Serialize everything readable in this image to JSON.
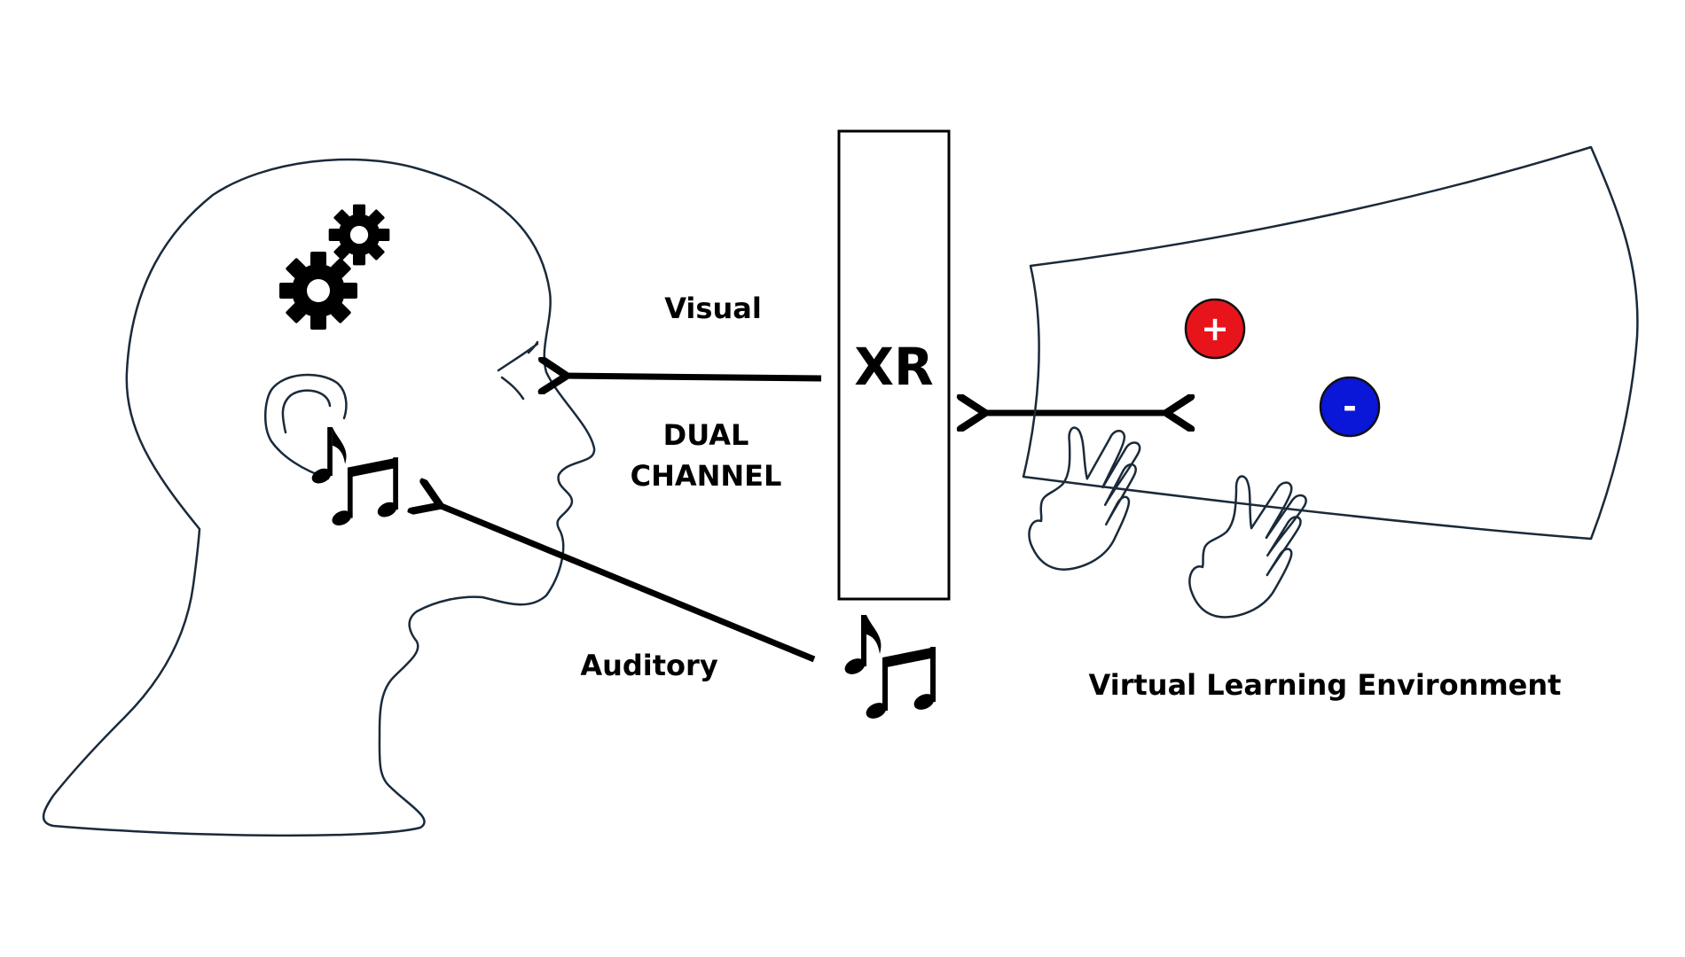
{
  "labels": {
    "visual": "Visual",
    "dual_line1": "DUAL",
    "dual_line2": "CHANNEL",
    "auditory": "Auditory",
    "xr": "XR",
    "environment": "Virtual Learning Environment"
  },
  "charges": {
    "positive": {
      "symbol": "+",
      "color": "#e8141b"
    },
    "negative": {
      "symbol": "-",
      "color": "#0a16d8"
    }
  },
  "colors": {
    "outline": "#1a2a3a",
    "arrow": "#000000"
  },
  "icons": [
    "gear-icon",
    "music-note-icon",
    "hand-icon"
  ]
}
